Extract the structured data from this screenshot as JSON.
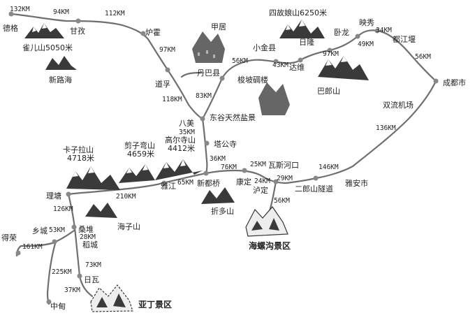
{
  "places": {
    "dege": "德格",
    "ganzi": "甘孜",
    "luhuo": "炉霍",
    "daofu": "道孚",
    "bamei": "八美",
    "danba": "丹巴县",
    "xiaojin": "小金县",
    "rilong": "日隆",
    "dawei": "达维",
    "wolong": "卧龙",
    "yingxiu": "映秀",
    "dujiangyan": "都江堰",
    "chengdu": "成都市",
    "shuangliu": "双流机场",
    "yaan": "雅安市",
    "erlangshan": "二郎山隧道",
    "luding": "泸定",
    "wasikou": "瓦斯河口",
    "kangding": "康定",
    "xinduqiao": "新都桥",
    "tagongsi": "塔公寺",
    "yajiang": "雅江",
    "litang": "理塘",
    "derong": "得荣",
    "xiangcheng": "乡城",
    "sangdui": "桑堆",
    "daocheng": "稻城",
    "riwa": "日瓦",
    "zhongdian": "中甸",
    "jiaju": "甲居",
    "dongu_salt": "东谷天然盐景",
    "suopo": "梭坡碉楼",
    "xinluhai": "新路海"
  },
  "mountains": {
    "queer": "雀儿山5050米",
    "siguniang": "四故娘山6250米",
    "balang": "巴郎山",
    "kazila": "卡子拉山",
    "kazila_h": "4718米",
    "jianziwan": "剪子弯山",
    "jianziwan_h": "4659米",
    "gaoersi": "高尔寺山",
    "gaoersi_h": "4412米",
    "zheduo": "折多山",
    "haizi": "海子山"
  },
  "scenic": {
    "hailuogou": "海螺沟景区",
    "yading": "亚丁景区"
  },
  "distances": {
    "d132": "132KM",
    "d94": "94KM",
    "d112": "112KM",
    "d97a": "97KM",
    "d118": "118KM",
    "d83": "83KM",
    "d35": "35KM",
    "d56a": "56KM",
    "d43": "43KM",
    "d97b": "97KM",
    "d49": "49KM",
    "d34": "34KM",
    "d56b": "56KM",
    "d136": "136KM",
    "d146": "146KM",
    "d29": "29KM",
    "d24": "24KM",
    "d25": "25KM",
    "d76": "76KM",
    "d36": "36KM",
    "d65": "65KM",
    "d210": "210KM",
    "d126": "126KM",
    "d53": "53KM",
    "d161": "161KM",
    "d28": "28KM",
    "d73": "73KM",
    "d225": "225KM",
    "d37": "37KM",
    "d56c": "56KM"
  }
}
